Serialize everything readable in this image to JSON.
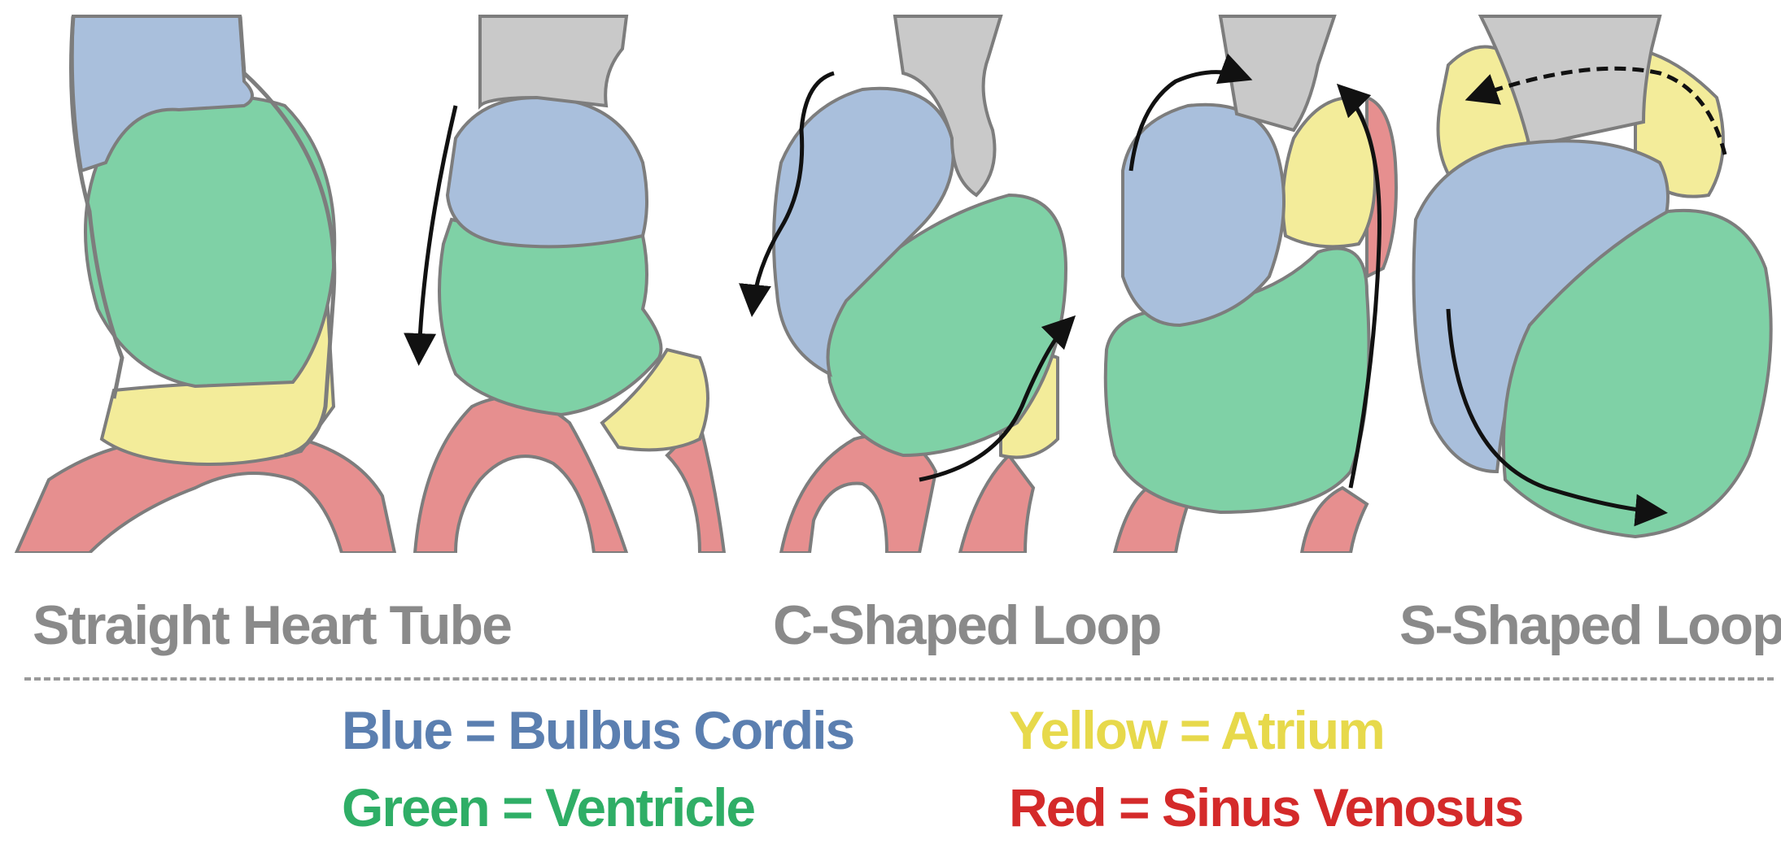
{
  "colors": {
    "blue": "#a9bfdc",
    "green": "#7fd1a6",
    "yellow": "#f3ec9a",
    "red": "#e68f8f",
    "grey": "#c9c9c9",
    "outline": "#7d7d7d",
    "legend_blue": "#5b7fb0",
    "legend_green": "#2fae66",
    "legend_yellow": "#e7d94b",
    "legend_red": "#d42a2a",
    "label_grey": "#8a8a8a"
  },
  "stage_labels": {
    "straight": "Straight Heart Tube",
    "c_shaped": "C-Shaped Loop",
    "s_shaped": "S-Shaped Loop"
  },
  "legend": {
    "blue": "Blue = Bulbus Cordis",
    "green": "Green = Ventricle",
    "yellow": "Yellow = Atrium",
    "red": "Red = Sinus Venosus"
  }
}
